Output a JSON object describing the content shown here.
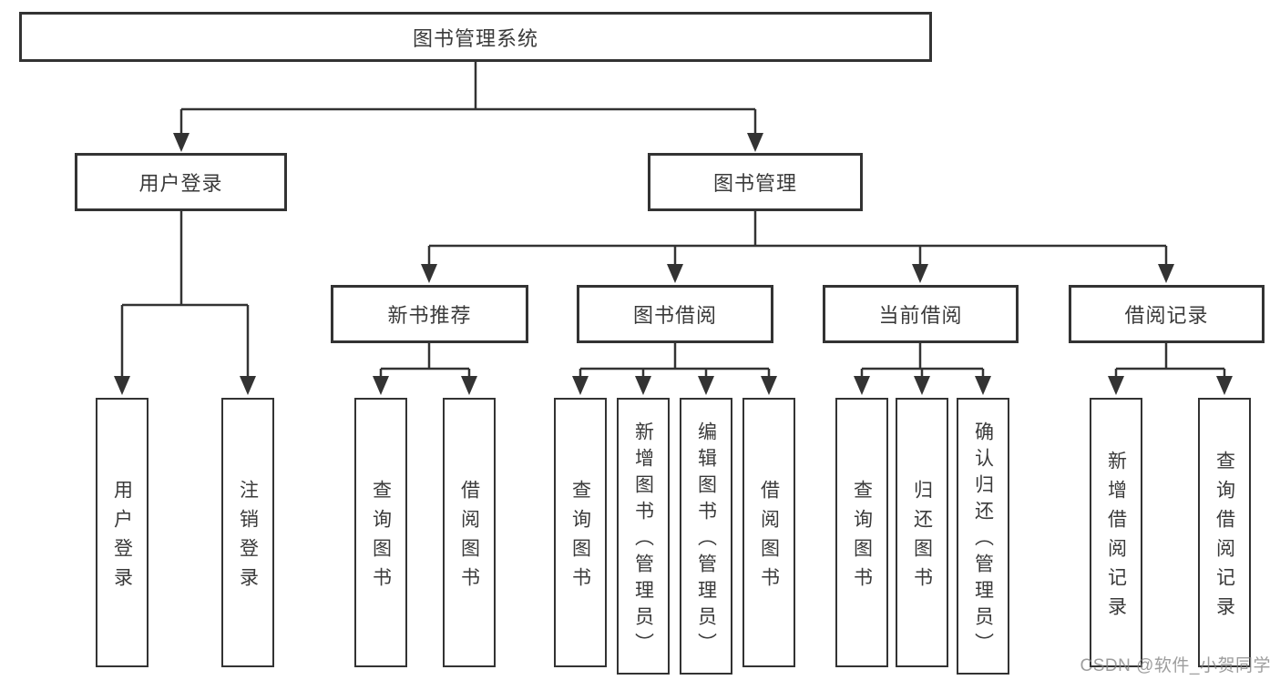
{
  "diagram": {
    "type": "tree",
    "watermark": "CSDN @软件_小贺同学",
    "colors": {
      "line": "#333333",
      "box_border": "#333333",
      "box_background": "#ffffff",
      "text": "#3a3a3a",
      "watermark": "#828282",
      "page_background": "#ffffff"
    },
    "root": {
      "label": "图书管理系统"
    },
    "branches": [
      {
        "label": "用户登录",
        "children": [
          {
            "label": "用户登录"
          },
          {
            "label": "注销登录"
          }
        ]
      },
      {
        "label": "图书管理",
        "children": [
          {
            "label": "新书推荐",
            "children": [
              {
                "label": "查询图书"
              },
              {
                "label": "借阅图书"
              }
            ]
          },
          {
            "label": "图书借阅",
            "children": [
              {
                "label": "查询图书"
              },
              {
                "label": "新增图书（管理员）"
              },
              {
                "label": "编辑图书（管理员）"
              },
              {
                "label": "借阅图书"
              }
            ]
          },
          {
            "label": "当前借阅",
            "children": [
              {
                "label": "查询图书"
              },
              {
                "label": "归还图书"
              },
              {
                "label": "确认归还（管理员）"
              }
            ]
          },
          {
            "label": "借阅记录",
            "children": [
              {
                "label": "新增借阅记录"
              },
              {
                "label": "查询借阅记录"
              }
            ]
          }
        ]
      }
    ]
  }
}
